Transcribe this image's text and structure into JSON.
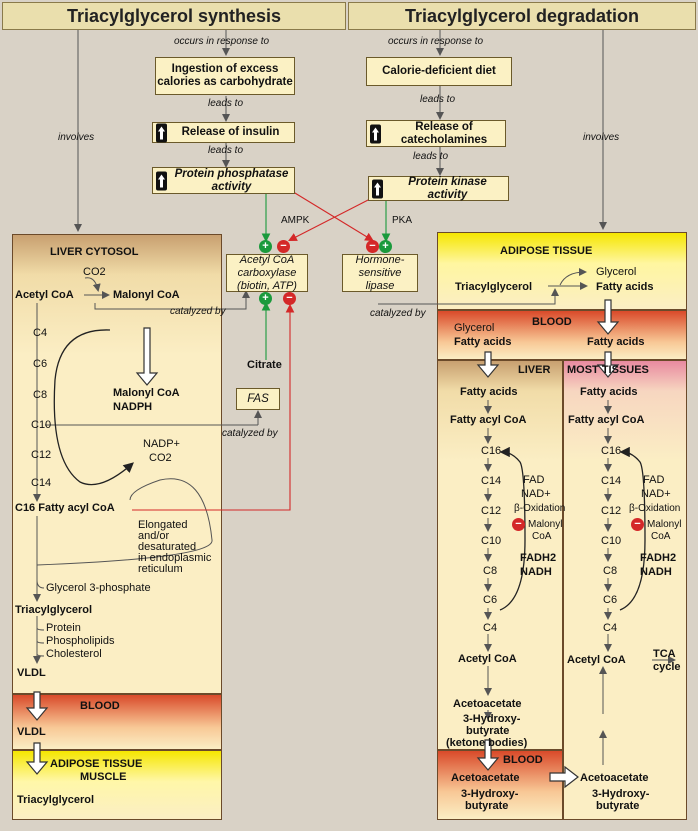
{
  "headers": {
    "synthesis": "Triacylglycerol synthesis",
    "degradation": "Triacylglycerol degradation"
  },
  "synthesis_flow": {
    "occurs": "occurs in response to",
    "ingestion": "Ingestion of excess calories as carbohydrate",
    "leads1": "leads to",
    "insulin": "Release of insulin",
    "leads2": "leads to",
    "phosphatase": "Protein phosphatase activity",
    "involves": "involves"
  },
  "degradation_flow": {
    "occurs": "occurs in response to",
    "diet": "Calorie-deficient diet",
    "leads1": "leads to",
    "catecholamines": "Release of catecholamines",
    "leads2": "leads to",
    "kinase": "Protein kinase activity",
    "involves": "involves"
  },
  "regulation": {
    "ampk": "AMPK",
    "pka": "PKA",
    "acc": "Acetyl CoA carboxylase (biotin, ATP)",
    "hsl": "Hormone-sensitive lipase",
    "citrate": "Citrate",
    "fas": "FAS",
    "catalyzed_by": "catalyzed by"
  },
  "liver_cytosol": {
    "title": "LIVER CYTOSOL",
    "co2": "CO2",
    "acetyl_coa": "Acetyl CoA",
    "malonyl_coa": "Malonyl CoA",
    "carbons": [
      "C4",
      "C6",
      "C8",
      "C10",
      "C12",
      "C14"
    ],
    "malonyl_nadph": [
      "Malonyl CoA",
      "NADPH"
    ],
    "nadp": "NADP+",
    "co2b": "CO2",
    "c16": "C16 Fatty acyl CoA",
    "elongated": [
      "Elongated",
      "and/or",
      "desaturated",
      "in endoplasmic",
      "reticulum"
    ],
    "glycerol3p": "Glycerol 3-phosphate",
    "tag": "Triacylglycerol",
    "protein": "Protein",
    "phospholipids": "Phospholipids",
    "cholesterol": "Cholesterol",
    "vldl": "VLDL"
  },
  "blood_left": {
    "title": "BLOOD",
    "vldl": "VLDL"
  },
  "adipose_muscle": {
    "title1": "ADIPOSE TISSUE",
    "title2": "MUSCLE",
    "tag": "Triacylglycerol"
  },
  "adipose": {
    "title": "ADIPOSE TISSUE",
    "tag": "Triacylglycerol",
    "glycerol": "Glycerol",
    "fatty_acids": "Fatty acids"
  },
  "blood_right": {
    "title": "BLOOD",
    "glycerol": "Glycerol",
    "fa1": "Fatty acids",
    "fa2": "Fatty acids"
  },
  "liver": {
    "title": "LIVER",
    "fatty_acids": "Fatty acids",
    "fatty_acyl": "Fatty acyl CoA",
    "carbons": [
      "C16",
      "C14",
      "C12",
      "C10",
      "C8",
      "C6",
      "C4"
    ],
    "fad": "FAD",
    "nad": "NAD+",
    "box": "β-Oxidation",
    "malonyl": [
      "Malonyl",
      "CoA"
    ],
    "fadh2": "FADH2",
    "nadh": "NADH",
    "acetyl": "Acetyl CoA",
    "acetoacetate": "Acetoacetate",
    "hydroxy": [
      "3-Hydroxy-",
      "butyrate",
      "(ketone bodies)"
    ]
  },
  "most_tissues": {
    "title": "MOST TISSUES",
    "fatty_acids": "Fatty acids",
    "fatty_acyl": "Fatty acyl CoA",
    "carbons": [
      "C16",
      "C14",
      "C12",
      "C10",
      "C8",
      "C6",
      "C4"
    ],
    "fad": "FAD",
    "nad": "NAD+",
    "box": "β-Oxidation",
    "malonyl": [
      "Malonyl",
      "CoA"
    ],
    "fadh2": "FADH2",
    "nadh": "NADH",
    "acetyl": "Acetyl CoA",
    "tca": [
      "TCA",
      "cycle"
    ],
    "acetoacetate": "Acetoacetate",
    "hydroxy": [
      "3-Hydroxy-",
      "butyrate"
    ]
  },
  "blood_bottom": {
    "title": "BLOOD",
    "acetoacetate": "Acetoacetate",
    "hydroxy": [
      "3-Hydroxy-",
      "butyrate"
    ]
  }
}
